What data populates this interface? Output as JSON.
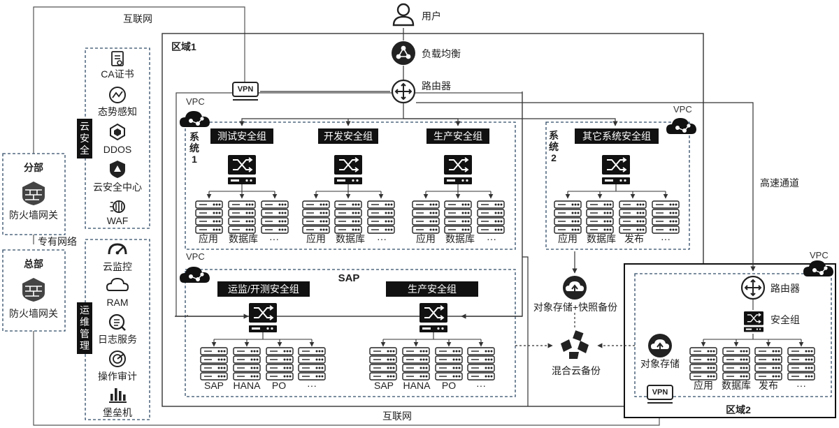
{
  "top": {
    "user": "用户",
    "load_balancer": "负载均衡",
    "router": "路由器",
    "internet_top": "互联网",
    "internet_bottom": "互联网",
    "private_network": "专有网络",
    "high_speed": "高速通道"
  },
  "branch": {
    "title": "分部",
    "gateway": "防火墙网关"
  },
  "hq": {
    "title": "总部",
    "gateway": "防火墙网关"
  },
  "cloud_security": {
    "title": "云安全",
    "items": [
      "CA证书",
      "态势感知",
      "DDOS",
      "云安全中心",
      "WAF"
    ]
  },
  "ops": {
    "title": "运维管理",
    "items": [
      "云监控",
      "RAM",
      "日志服务",
      "操作审计",
      "堡垒机"
    ]
  },
  "region1": {
    "title": "区域1",
    "vpn": "VPN",
    "vpc_top": "VPC",
    "vpc_right": "VPC",
    "vpc_sap": "VPC",
    "system1": {
      "title": "系统1",
      "groups": [
        {
          "name": "测试安全组",
          "labels": [
            "应用",
            "数据库",
            "···"
          ]
        },
        {
          "name": "开发安全组",
          "labels": [
            "应用",
            "数据库",
            "···"
          ]
        },
        {
          "name": "生产安全组",
          "labels": [
            "应用",
            "数据库",
            "···"
          ]
        }
      ]
    },
    "system2": {
      "title": "系统2",
      "group": "其它系统安全组",
      "labels": [
        "应用",
        "数据库",
        "发布",
        "···"
      ]
    },
    "sap": {
      "title": "SAP",
      "groups": [
        {
          "name": "运监/开测安全组",
          "labels": [
            "SAP",
            "HANA",
            "PO",
            "···"
          ]
        },
        {
          "name": "生产安全组",
          "labels": [
            "SAP",
            "HANA",
            "PO",
            "···"
          ]
        }
      ]
    }
  },
  "middle": {
    "object_snapshot": "对象存储+快照备份",
    "hybrid_backup": "混合云备份"
  },
  "region2": {
    "title": "区域2",
    "vpc": "VPC",
    "router": "路由器",
    "security_group": "安全组",
    "object_storage": "对象存储",
    "vpn": "VPN",
    "labels": [
      "应用",
      "数据库",
      "发布",
      "···"
    ]
  },
  "colors": {
    "ink": "#1f1f1f",
    "dashed": "#2f4a66",
    "block": "#111111",
    "line": "#555555"
  }
}
